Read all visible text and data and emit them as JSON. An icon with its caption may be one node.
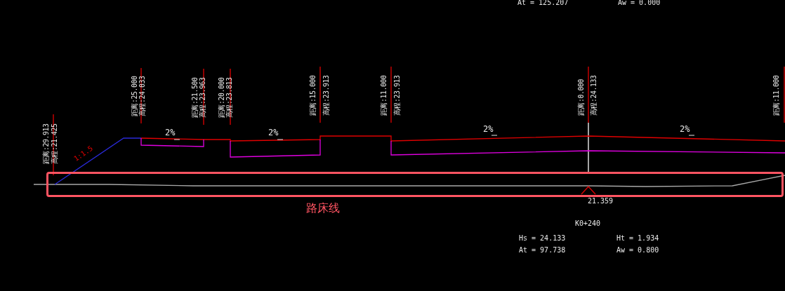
{
  "diagram": {
    "nodes": [
      {
        "text": [
          "路床线"
        ]
      }
    ],
    "labels": [
      "At = 125.207",
      "Aw = 0.000",
      "距离:29.913",
      "高程:21.425",
      "距离:25.000",
      "高程:24.033",
      "距离:21.500",
      "高程:23.963",
      "距离:20.000",
      "高程:23.813",
      "距离:15.000",
      "高程:23.913",
      "距离:11.000",
      "高程:23.913",
      "距离:0.000",
      "高程:24.133",
      "距离:11.000",
      "2%",
      "2%",
      "2%",
      "2%",
      "1:1.5",
      "21.359",
      "K0+240",
      "Hs = 24.133",
      "Ht = 1.934",
      "At = 97.738",
      "Aw = 0.800"
    ]
  }
}
